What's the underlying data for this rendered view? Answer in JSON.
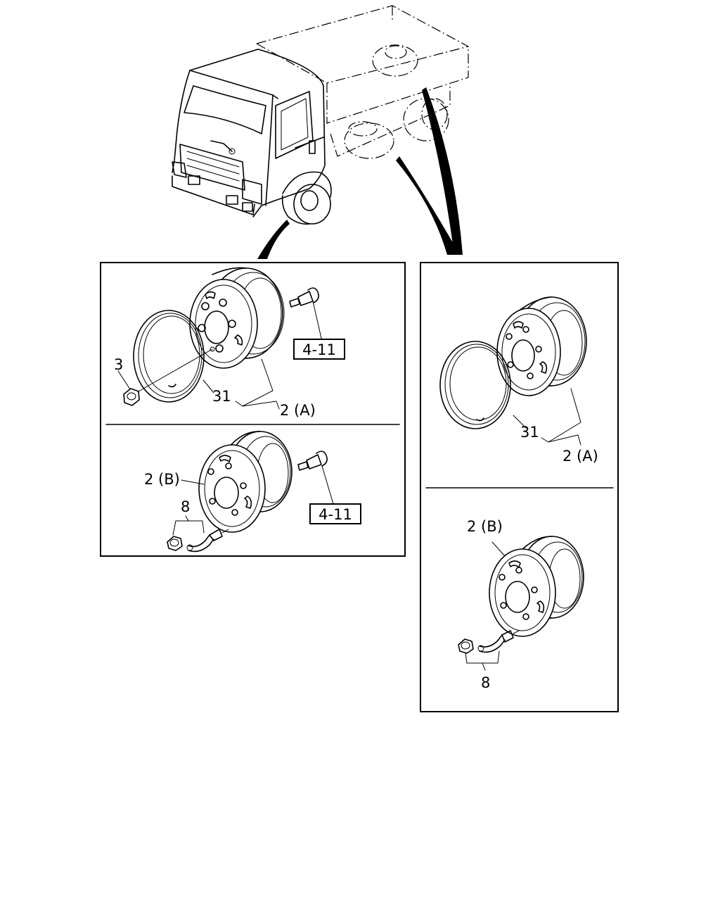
{
  "callouts": {
    "front_nut": "3",
    "front_ring": "31",
    "front_wheel_a": "2 (A)",
    "front_ref_a": "4-11",
    "front_wheel_b": "2 (B)",
    "front_valve": "8",
    "front_ref_b": "4-11",
    "rear_ring": "31",
    "rear_wheel_a": "2 (A)",
    "rear_wheel_b": "2 (B)",
    "rear_valve": "8"
  }
}
